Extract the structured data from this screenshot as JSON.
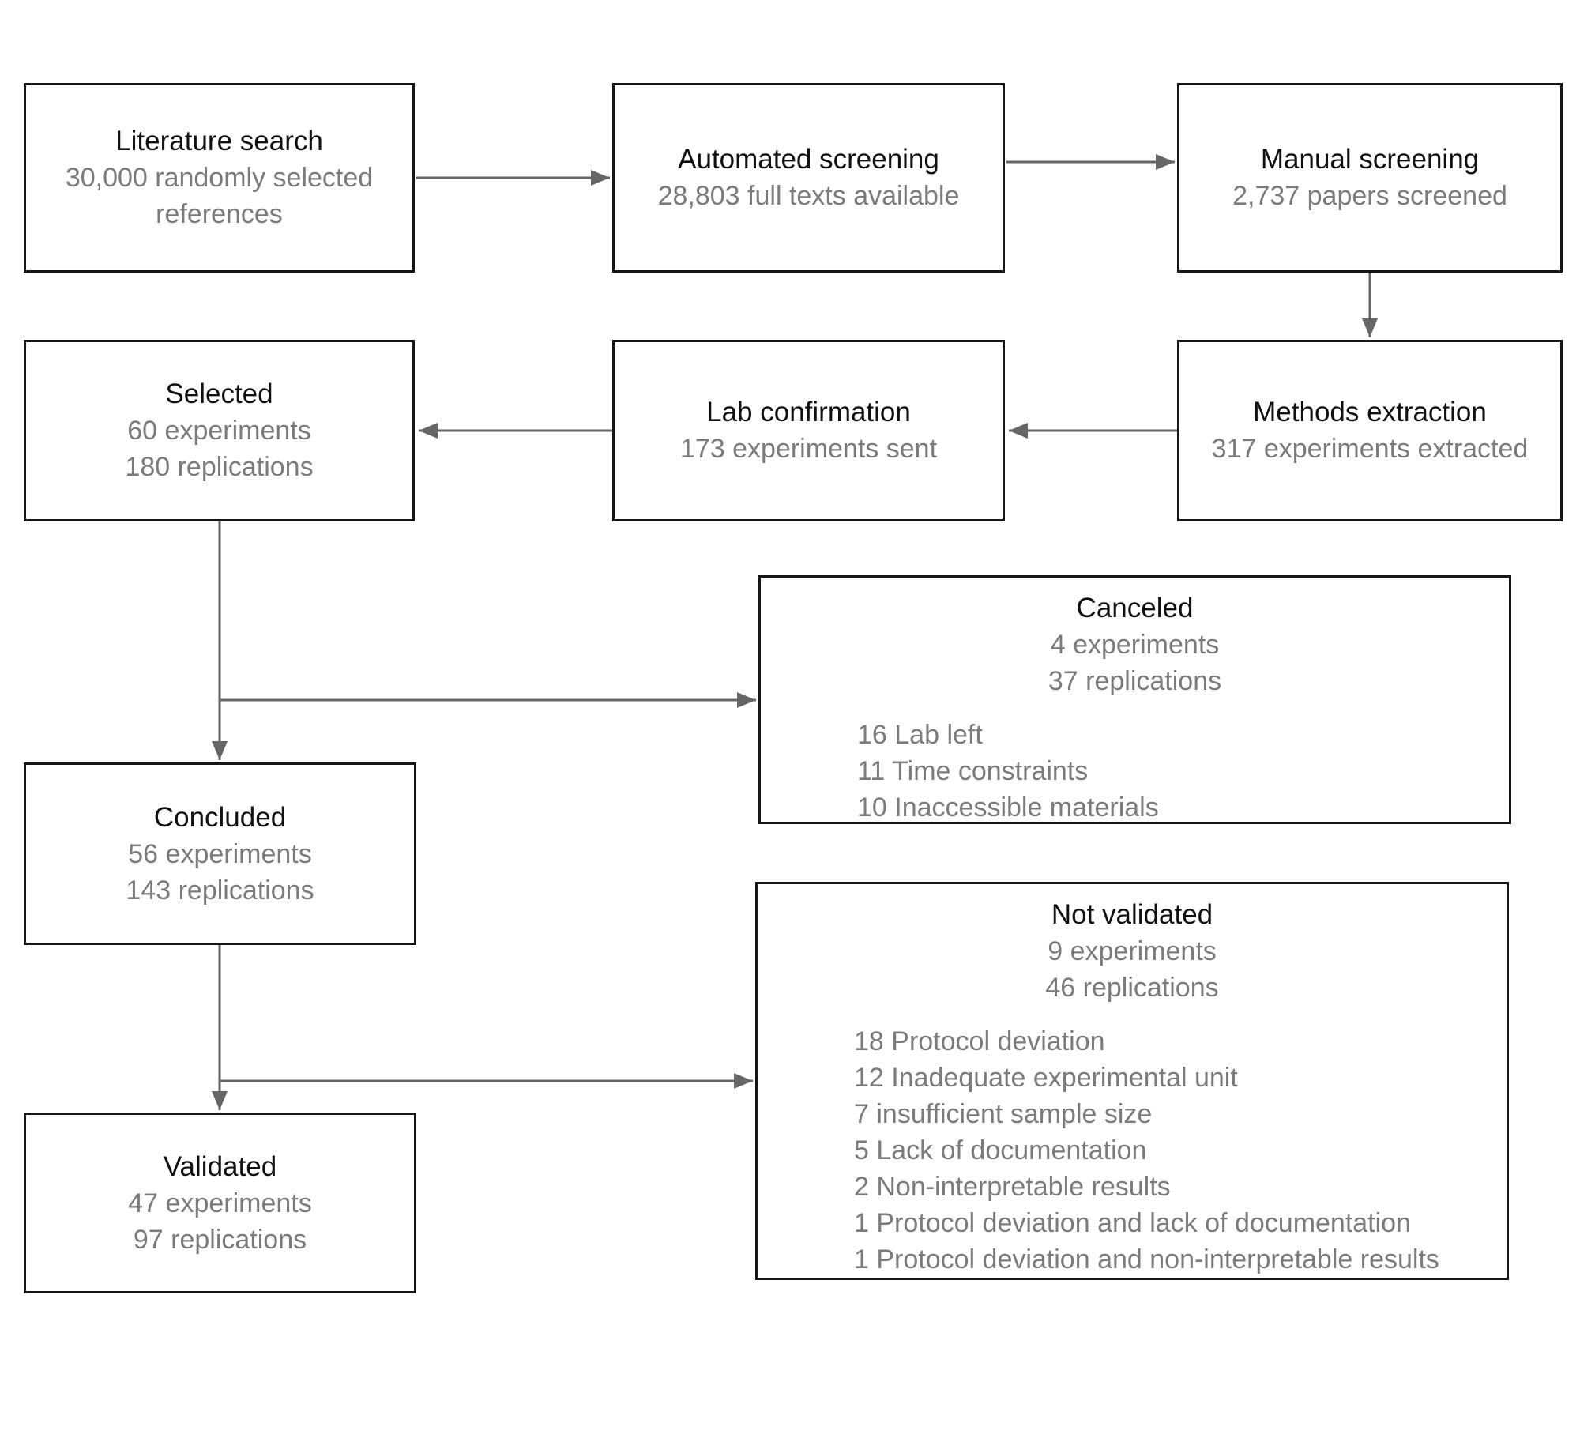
{
  "theme": {
    "bg": "#ffffff",
    "border_color": "#161616",
    "title_color": "#111111",
    "subtitle_color": "#7b7b7b",
    "line_color": "#666666"
  },
  "boxes": {
    "literature_search": {
      "title": "Literature search",
      "lines": [
        "30,000 randomly selected",
        "references"
      ]
    },
    "automated_screening": {
      "title": "Automated screening",
      "lines": [
        "28,803 full texts available"
      ]
    },
    "manual_screening": {
      "title": "Manual screening",
      "lines": [
        "2,737 papers screened"
      ]
    },
    "selected": {
      "title": "Selected",
      "lines": [
        "60 experiments",
        "180 replications"
      ]
    },
    "lab_confirmation": {
      "title": "Lab confirmation",
      "lines": [
        "173 experiments sent"
      ]
    },
    "methods_extraction": {
      "title": "Methods extraction",
      "lines": [
        "317 experiments extracted"
      ]
    },
    "concluded": {
      "title": "Concluded",
      "lines": [
        "56 experiments",
        "143 replications"
      ]
    },
    "validated": {
      "title": "Validated",
      "lines": [
        "47 experiments",
        "97 replications"
      ]
    },
    "canceled": {
      "title": "Canceled",
      "stats": [
        "4 experiments",
        "37 replications"
      ],
      "reasons": [
        "16 Lab left",
        "11 Time constraints",
        "10 Inaccessible materials"
      ]
    },
    "not_validated": {
      "title": "Not validated",
      "stats": [
        "9 experiments",
        "46 replications"
      ],
      "reasons": [
        "18 Protocol deviation",
        "12 Inadequate experimental unit",
        "7 insufficient sample size",
        "5 Lack of documentation",
        "2 Non-interpretable results",
        "1 Protocol deviation and lack of documentation",
        "1 Protocol deviation and non-interpretable results"
      ]
    }
  }
}
